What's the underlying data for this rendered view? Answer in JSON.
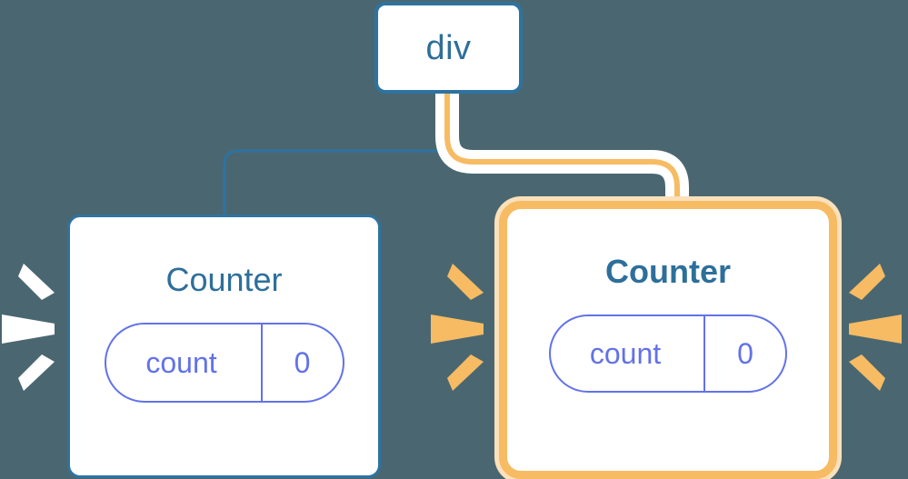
{
  "diagram": {
    "title": "div",
    "background_color": "#4a6771",
    "colors": {
      "blue_border": "#2e73a0",
      "blue_text": "#2d6f9b",
      "orange_border": "#f7bb63",
      "orange_glow": "#fae1bb",
      "orange_wire": "#f7bb63",
      "white_wire": "#ffffff",
      "pill_purple": "#6272e8",
      "node_fill": "#ffffff"
    },
    "root": {
      "label": "div",
      "shape": "rounded-rect"
    },
    "children": [
      {
        "name": "counter-left",
        "title": "Counter",
        "highlighted": false,
        "title_bold": false,
        "state": {
          "key": "count",
          "value": "0"
        },
        "burst_color": "#ffffff",
        "edge_color": "#2e73a0"
      },
      {
        "name": "counter-right",
        "title": "Counter",
        "highlighted": true,
        "title_bold": true,
        "state": {
          "key": "count",
          "value": "0"
        },
        "burst_color": "#f7bb63",
        "edge_color": "#f7bb63"
      }
    ],
    "bursts": [
      {
        "name": "burst-left-white",
        "color": "#ffffff",
        "side": "left-of-left-counter"
      },
      {
        "name": "burst-middle-orange",
        "color": "#f7bb63",
        "side": "left-of-right-counter"
      },
      {
        "name": "burst-right-orange",
        "color": "#f7bb63",
        "side": "right-of-right-counter"
      }
    ]
  }
}
